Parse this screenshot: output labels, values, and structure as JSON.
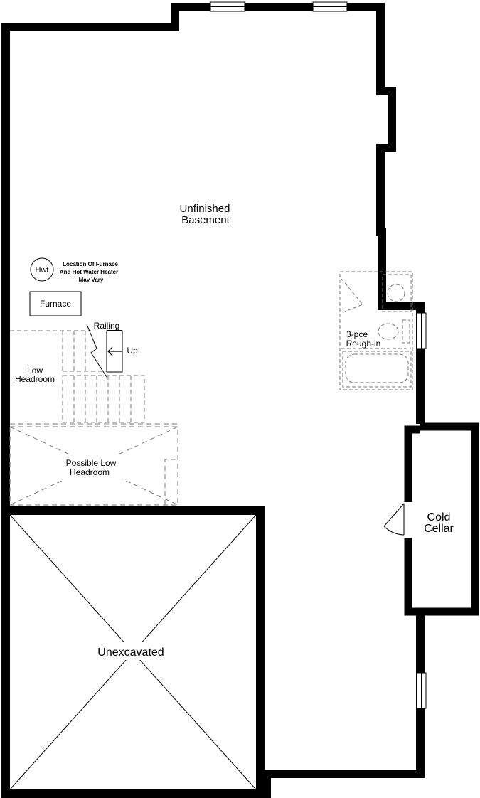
{
  "plan": {
    "rooms": {
      "unfinished_line1": "Unfinished",
      "unfinished_line2": "Basement",
      "bath_line1": "3-pce",
      "bath_line2": "Rough-in",
      "cold_line1": "Cold",
      "cold_line2": "Cellar",
      "unexcavated": "Unexcavated"
    },
    "equipment": {
      "hwt": "Hwt",
      "note_line1": "Location Of Furnace",
      "note_line2": "And Hot Water Heater",
      "note_line3": "May Vary",
      "furnace": "Furnace"
    },
    "stairs": {
      "railing": "Railing",
      "up": "Up"
    },
    "headroom": {
      "low_line1": "Low",
      "low_line2": "Headroom",
      "possible_line1": "Possible Low",
      "possible_line2": "Headroom"
    },
    "colors": {
      "wall": "#000000",
      "background": "#ffffff"
    }
  }
}
